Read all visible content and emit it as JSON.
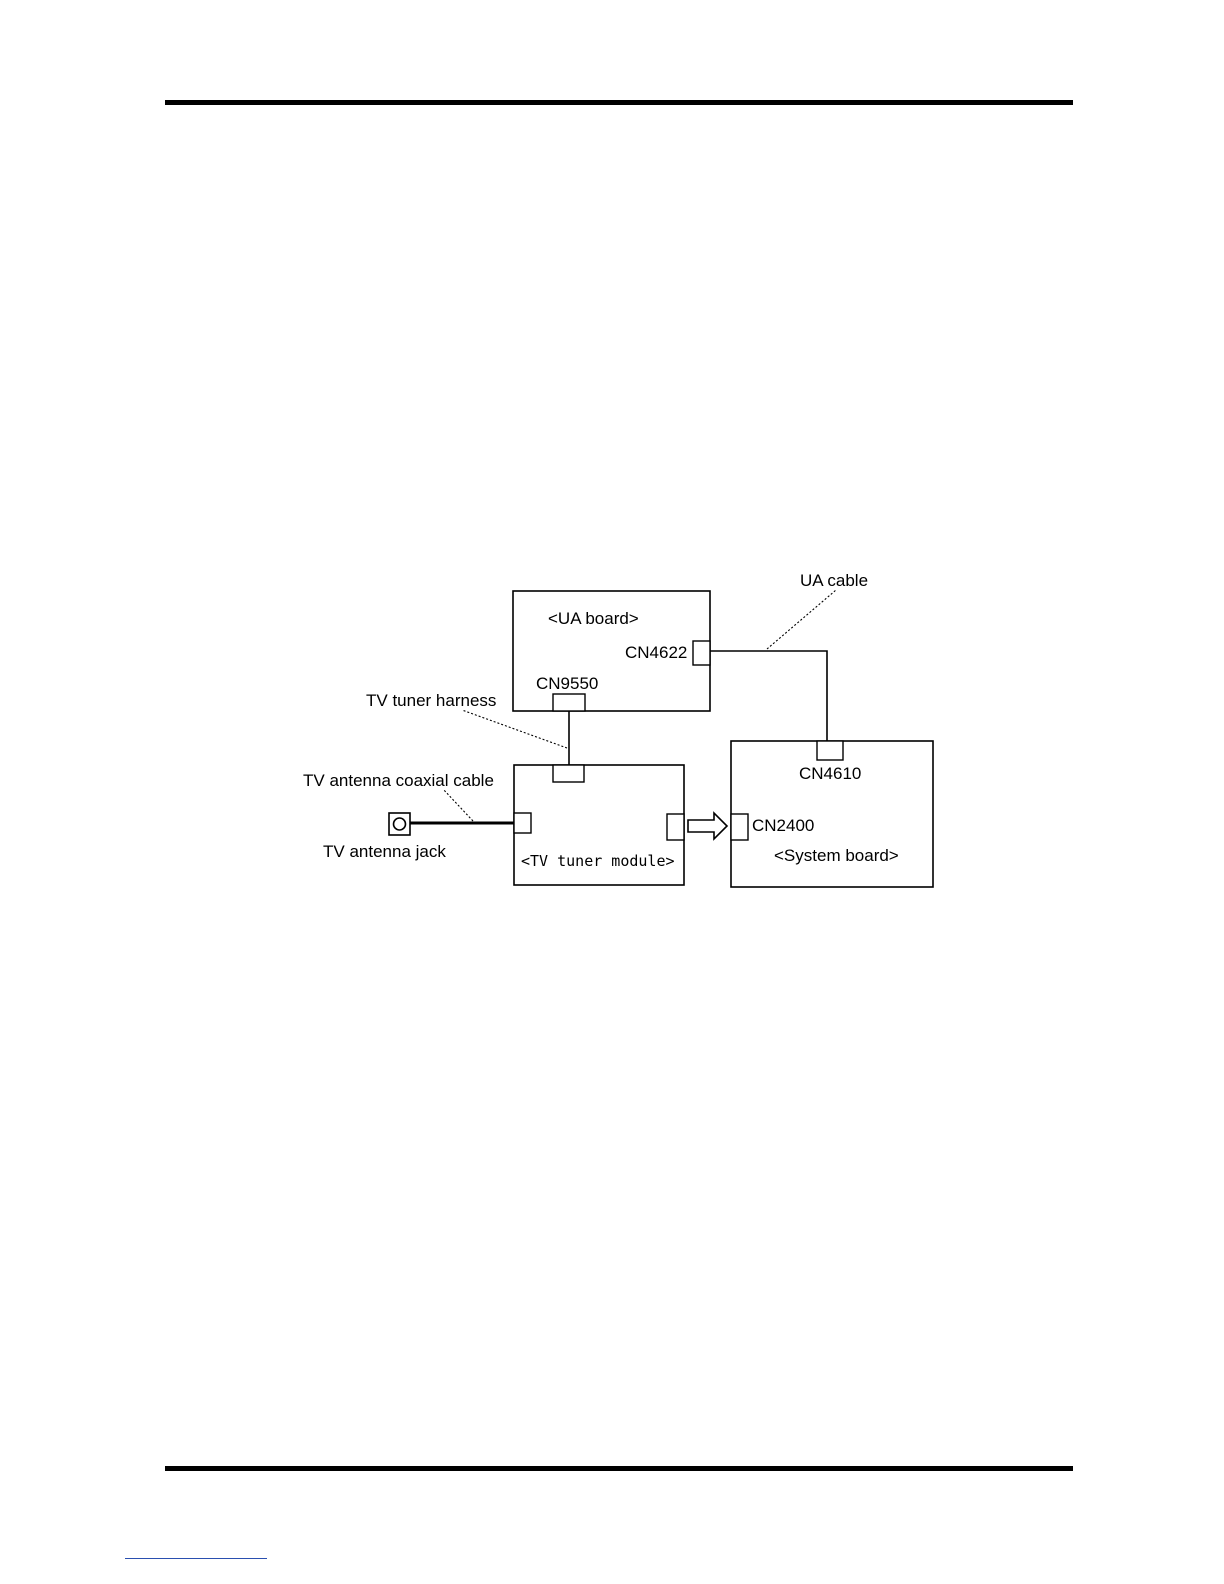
{
  "diagram": {
    "boards": {
      "ua_board": "<UA board>",
      "tv_tuner_module": "<TV tuner module>",
      "system_board": "<System board>"
    },
    "connectors": {
      "cn4622": "CN4622",
      "cn9550": "CN9550",
      "cn4610": "CN4610",
      "cn2400": "CN2400"
    },
    "callouts": {
      "ua_cable": "UA cable",
      "tv_tuner_harness": "TV tuner harness",
      "tv_antenna_coaxial_cable": "TV antenna coaxial cable",
      "tv_antenna_jack": "TV antenna jack"
    }
  }
}
